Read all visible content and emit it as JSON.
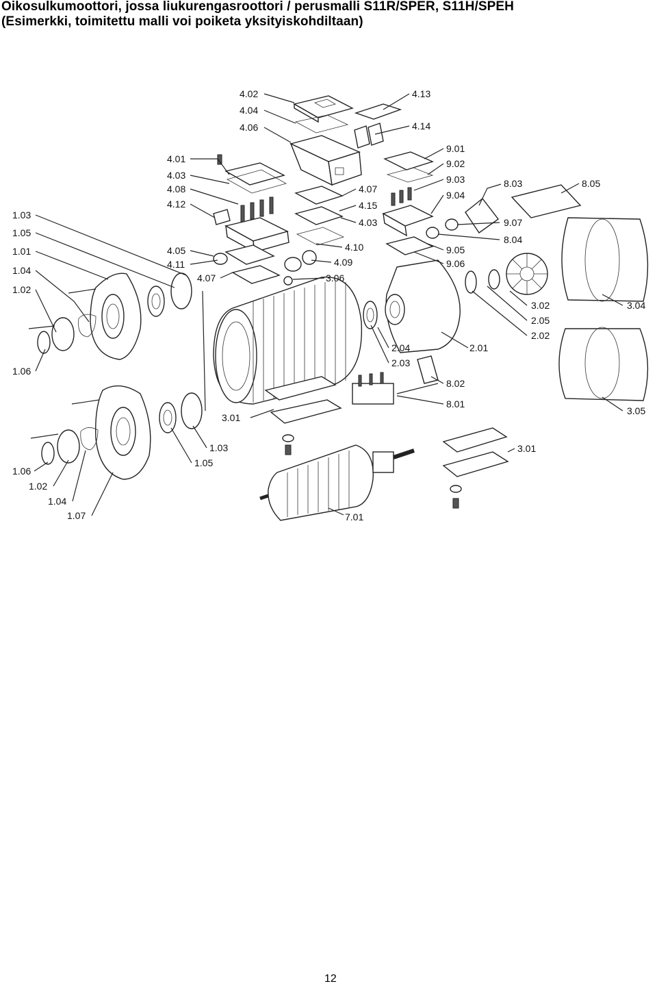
{
  "page": {
    "title_line1": "Oikosulkumoottori, jossa liukurengasroottori / perusmalli S11R/SPER, S11H/SPEH",
    "title_line2": "(Esimerkki, toimitettu malli voi poiketa yksityiskohdiltaan)",
    "page_number": "12"
  },
  "labels": {
    "l_402": "4.02",
    "l_404": "4.04",
    "l_406": "4.06",
    "l_413": "4.13",
    "l_414": "4.14",
    "l_401": "4.01",
    "l_403a": "4.03",
    "l_408": "4.08",
    "l_412": "4.12",
    "l_901": "9.01",
    "l_902": "9.02",
    "l_903": "9.03",
    "l_904": "9.04",
    "l_803": "8.03",
    "l_805": "8.05",
    "l_407a": "4.07",
    "l_415": "4.15",
    "l_403b": "4.03",
    "l_907": "9.07",
    "l_804": "8.04",
    "l_410": "4.10",
    "l_409": "4.09",
    "l_306": "3.06",
    "l_905": "9.05",
    "l_906": "9.06",
    "l_405": "4.05",
    "l_411": "4.11",
    "l_407b": "4.07",
    "l_103a": "1.03",
    "l_105a": "1.05",
    "l_101": "1.01",
    "l_104a": "1.04",
    "l_102a": "1.02",
    "l_106a": "1.06",
    "l_302": "3.02",
    "l_304": "3.04",
    "l_205": "2.05",
    "l_202": "2.02",
    "l_204": "2.04",
    "l_201": "2.01",
    "l_203": "2.03",
    "l_802": "8.02",
    "l_801": "8.01",
    "l_301a": "3.01",
    "l_305": "3.05",
    "l_103b": "1.03",
    "l_105b": "1.05",
    "l_301b": "3.01",
    "l_106b": "1.06",
    "l_102b": "1.02",
    "l_104b": "1.04",
    "l_107": "1.07",
    "l_701": "7.01"
  }
}
